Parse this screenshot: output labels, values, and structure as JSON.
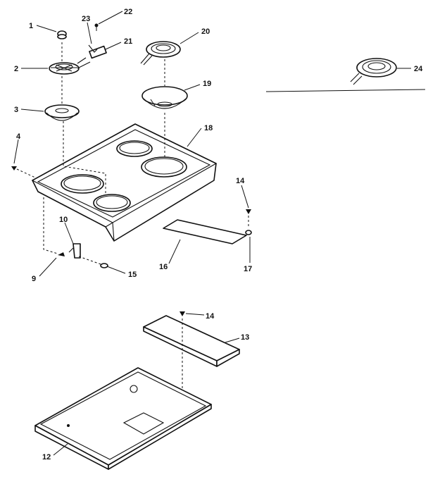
{
  "callouts": [
    "1",
    "2",
    "3",
    "4",
    "9",
    "10",
    "12",
    "13",
    "14",
    "14",
    "15",
    "16",
    "17",
    "18",
    "19",
    "20",
    "21",
    "22",
    "23",
    "24"
  ]
}
